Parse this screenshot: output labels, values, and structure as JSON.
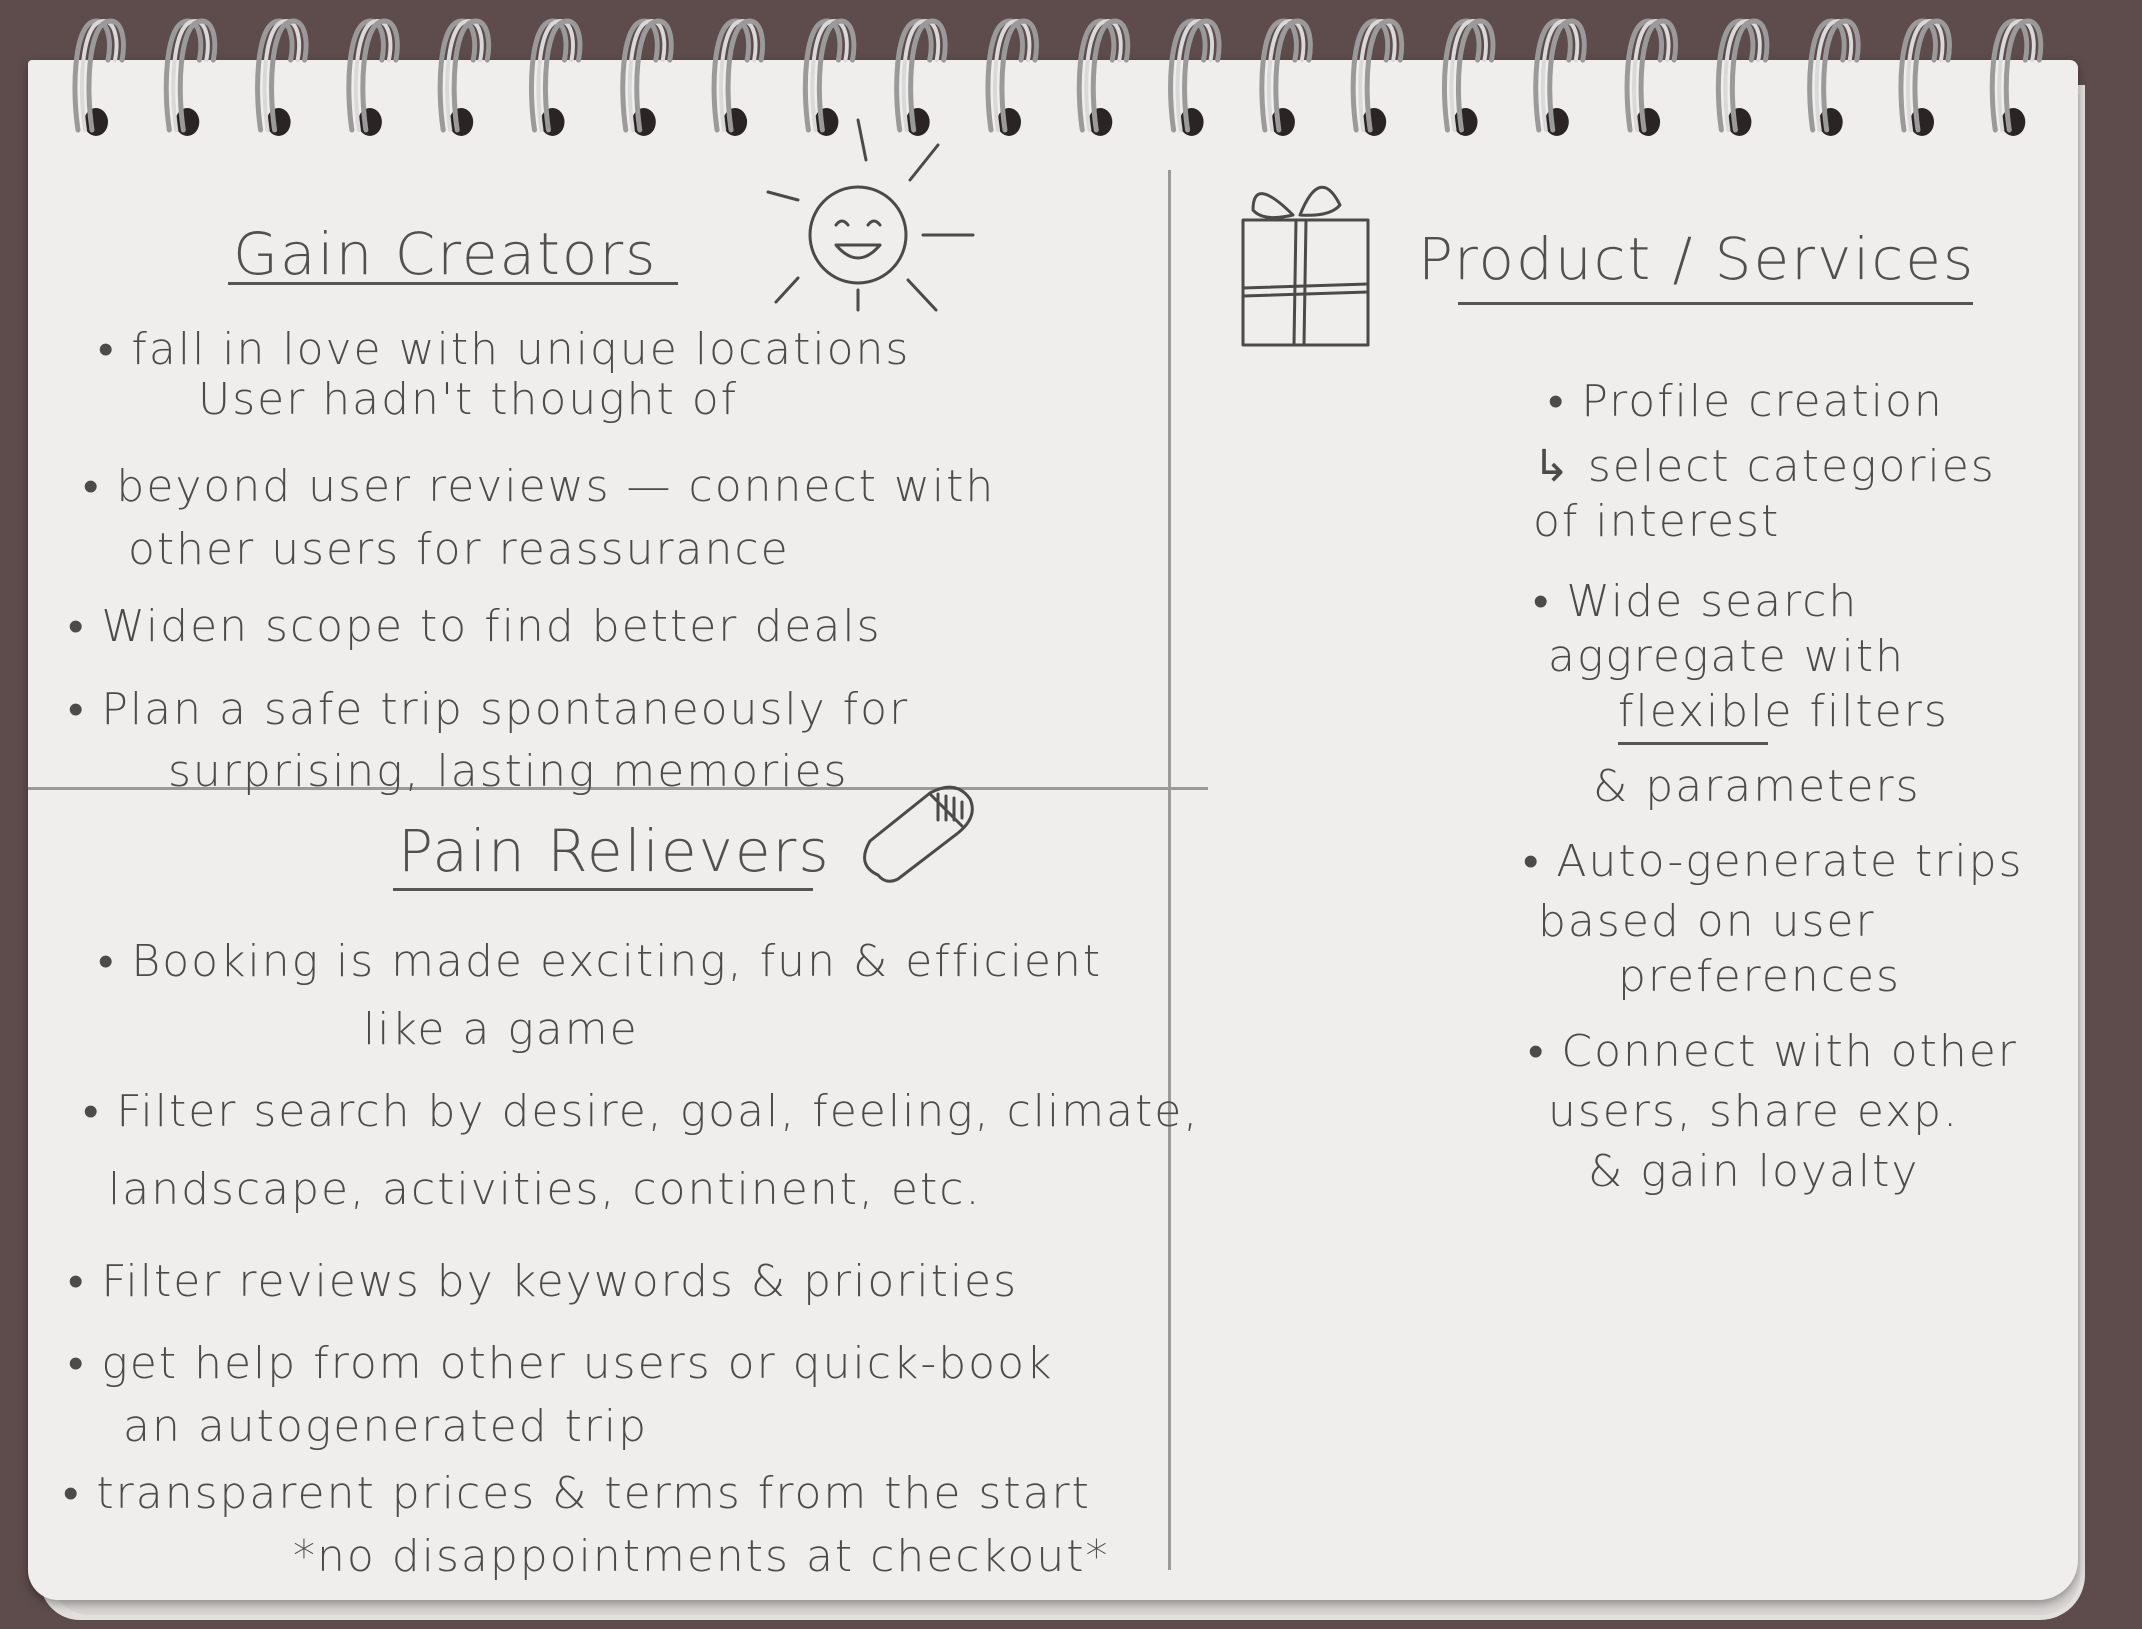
{
  "gain_creators": {
    "heading": "Gain Creators",
    "items": [
      {
        "line1": "• fall in love with unique locations",
        "line2": "User hadn't thought of"
      },
      {
        "line1": "• beyond user reviews — connect with",
        "line2": "other users for reassurance"
      },
      {
        "line1": "• Widen scope to find better deals",
        "line2": ""
      },
      {
        "line1": "• Plan a safe trip spontaneously for",
        "line2": "surprising, lasting memories"
      }
    ]
  },
  "pain_relievers": {
    "heading": "Pain Relievers",
    "items": [
      {
        "line1": "• Booking is made exciting, fun & efficient",
        "line2": "like a game"
      },
      {
        "line1": "• Filter search by desire, goal, feeling, climate,",
        "line2": "landscape, activities, continent, etc."
      },
      {
        "line1": "• Filter reviews by keywords & priorities",
        "line2": ""
      },
      {
        "line1": "• get help from other users or quick-book",
        "line2": "an autogenerated trip"
      },
      {
        "line1": "• transparent prices & terms from the start",
        "line2": "*no disappointments at checkout*"
      }
    ]
  },
  "products_services": {
    "heading": "Product / Services",
    "items": [
      {
        "line1": "• Profile creation",
        "line2": "↳ select categories",
        "line3": "of interest"
      },
      {
        "line1": "• Wide search",
        "line2": "aggregate with",
        "line3": "flexible filters",
        "line4": "& parameters"
      },
      {
        "line1": "• Auto-generate trips",
        "line2": "based on user",
        "line3": "preferences"
      },
      {
        "line1": "• Connect with other",
        "line2": "users, share exp.",
        "line3": "& gain loyalty"
      }
    ]
  },
  "icons": {
    "gain_creators": "smiling-sun-icon",
    "pain_relievers": "pill-icon",
    "products_services": "gift-box-icon"
  },
  "colors": {
    "paper": "#efeeec",
    "ink": "#4a4a4a",
    "desk": "#5e4c4c"
  }
}
